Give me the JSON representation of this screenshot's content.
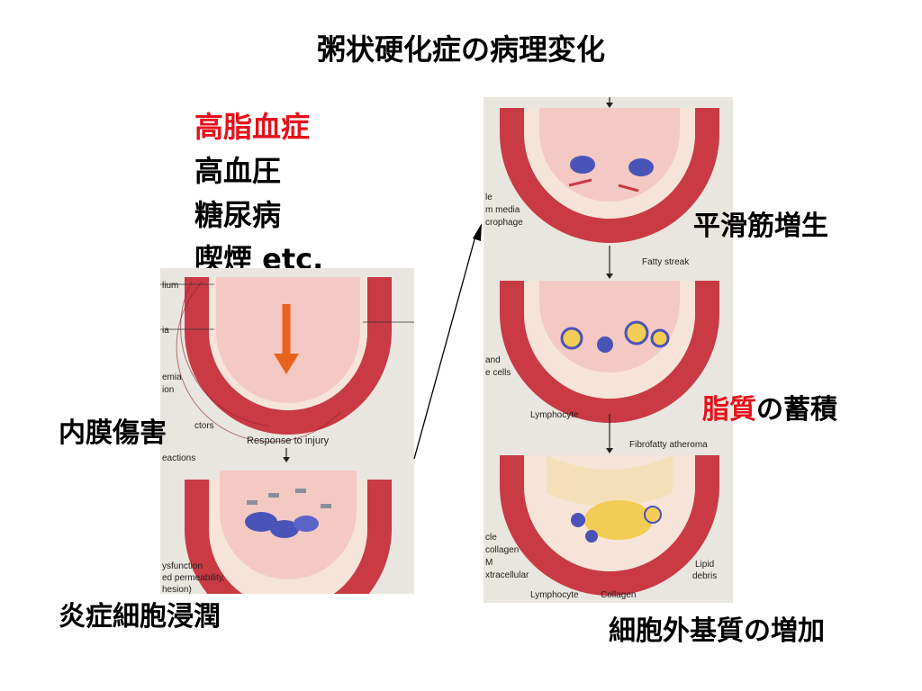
{
  "title": "粥状硬化症の病理変化",
  "risk_factors": [
    {
      "text": "高脂血症",
      "color": "#e8101a"
    },
    {
      "text": "高血圧",
      "color": "#000000"
    },
    {
      "text": "糖尿病",
      "color": "#000000"
    },
    {
      "text": "喫煙  etc.",
      "color": "#000000"
    }
  ],
  "stage_labels": {
    "intimal_injury": "内膜傷害",
    "inflammatory_infiltration": "炎症細胞浸潤",
    "smooth_muscle_proliferation": "平滑筋増生",
    "lipid_accumulation_red": "脂質",
    "lipid_accumulation_rest": "の蓄積",
    "extracellular_matrix_increase": "細胞外基質の増加"
  },
  "figure_left": {
    "edge_labels": [
      "lium",
      "ia",
      "emia",
      "ion",
      "ctors",
      "eactions",
      "ysfunction",
      "ed permeability,",
      "hesion)"
    ],
    "response_to_injury": "Response to injury"
  },
  "figure_right": {
    "edge_labels": [
      "le",
      "m media",
      "crophage",
      "and",
      "e cells",
      "cle",
      "collagen",
      "M",
      "xtracellular"
    ],
    "fatty_streak": "Fatty streak",
    "lymphocyte_1": "Lymphocyte",
    "fibrofatty_atheroma": "Fibrofatty atheroma",
    "lymphocyte_2": "Lymphocyte",
    "collagen": "Collagen",
    "lipid": "Lipid",
    "debris": "debris"
  },
  "colors": {
    "accent_red": "#e8101a",
    "media_red": "#c93a45",
    "lumen_pink": "#f4c9c4",
    "arrow_orange": "#e8641e",
    "panel_bg": "#e9e6df",
    "cell_blue": "#4a54b8",
    "lipid_yellow": "#f2cc55"
  }
}
